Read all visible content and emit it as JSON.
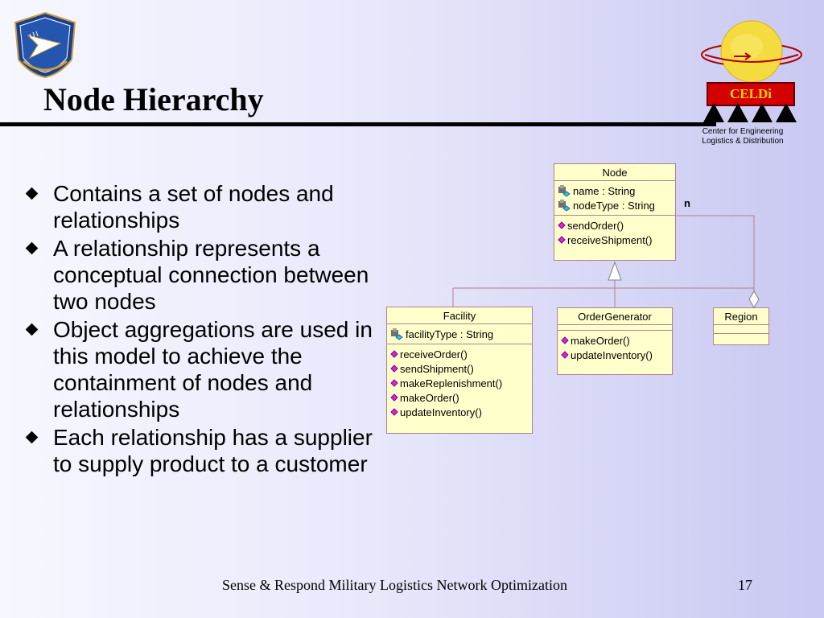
{
  "slide": {
    "title": "Node Hierarchy",
    "bullets": [
      "Contains a set of nodes and relationships",
      "A relationship represents a conceptual connection between two nodes",
      "Object aggregations are used in this model to achieve the containment of nodes and relationships",
      "Each relationship has a supplier to supply product to a customer"
    ],
    "footer": "Sense & Respond Military Logistics Network Optimization",
    "page_number": "17"
  },
  "logo_right": {
    "name": "CELDi",
    "caption_line1": "Center for Engineering",
    "caption_line2": "Logistics & Distribution"
  },
  "logo_left": {
    "icon": "air-force-research-laboratory-seal"
  },
  "diagram": {
    "node": {
      "name": "Node",
      "attributes": [
        "name : String",
        "nodeType : String"
      ],
      "operations": [
        "sendOrder()",
        "receiveShipment()"
      ]
    },
    "facility": {
      "name": "Facility",
      "attributes": [
        "facilityType : String"
      ],
      "operations": [
        "receiveOrder()",
        "sendShipment()",
        "makeReplenishment()",
        "makeOrder()",
        "updateInventory()"
      ]
    },
    "order_generator": {
      "name": "OrderGenerator",
      "operations": [
        "makeOrder()",
        "updateInventory()"
      ]
    },
    "region": {
      "name": "Region"
    },
    "multiplicity": "n"
  },
  "colors": {
    "class_fill": "#ffffcc",
    "class_border": "#b08090",
    "celdi_red": "#d40000",
    "celdi_gold": "#ffd400"
  }
}
